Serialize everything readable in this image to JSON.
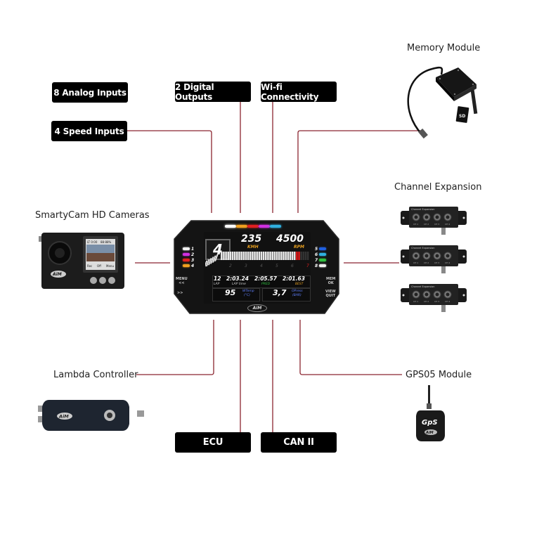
{
  "theme": {
    "wire_color": "#8b2530",
    "tag_bg": "#000000",
    "tag_text": "#ffffff"
  },
  "tags": {
    "analog_inputs": "8 Analog Inputs",
    "speed_inputs": "4 Speed Inputs",
    "digital_outputs": "2 Digital Outputs",
    "wifi": "Wi-fi Connectivity",
    "ecu": "ECU",
    "can": "CAN II"
  },
  "labels": {
    "memory_module": "Memory Module",
    "channel_expansion": "Channel Expansion",
    "smartycam": "SmartyCam HD Cameras",
    "lambda": "Lambda Controller",
    "gps": "GPS05 Module"
  },
  "dash": {
    "gear": "4",
    "speed": "235",
    "speed_unit": "KMH",
    "rpm": "4500",
    "rpm_unit": "RPM",
    "rpm_fill_fraction": 0.9,
    "rpm_ticks": [
      "2",
      "3",
      "4",
      "5",
      "6",
      "7"
    ],
    "left_leds": [
      {
        "n": "1",
        "color": "#f0f0f0"
      },
      {
        "n": "2",
        "color": "#d030e0"
      },
      {
        "n": "3",
        "color": "#e02020"
      },
      {
        "n": "4",
        "color": "#f0a020"
      }
    ],
    "right_leds": [
      {
        "n": "5",
        "color": "#2060e0"
      },
      {
        "n": "6",
        "color": "#30b0e0"
      },
      {
        "n": "7",
        "color": "#30c040"
      },
      {
        "n": "8",
        "color": "#f0f0f0"
      }
    ],
    "shift_lights": [
      "#ffffff",
      "#f0a020",
      "#e02020",
      "#d030e0",
      "#30b0e0"
    ],
    "left_buttons": [
      "MENU",
      "<<",
      ">>"
    ],
    "right_buttons": [
      "MEM",
      "OK",
      "VIEW",
      "QUIT"
    ],
    "lap": {
      "value": "12",
      "label": "LAP"
    },
    "lap_time": {
      "value": "2:03.24",
      "label": "LAP time"
    },
    "pred": {
      "value": "2:05.57",
      "label": "PRED"
    },
    "best": {
      "value": "2:01.63",
      "label": "BEST"
    },
    "wtemp": {
      "value": "95",
      "label1": "WTemp",
      "label2": "(°C)"
    },
    "opress": {
      "value": "3,7",
      "label1": "OPress",
      "label2": "(BAR)"
    },
    "logo": "AiM"
  },
  "devices": {
    "camera_screen_top": [
      "LT 0:00",
      "88:88%"
    ],
    "camera_screen_bottom": [
      "Rec",
      "Off",
      "Menu"
    ],
    "sd_label": "SD",
    "gps_label": "GpS",
    "logo": "AiM",
    "expansion_title": "Channel Expansion",
    "expansion_ports": [
      "CH 1",
      "CH 2",
      "CH 3",
      "CH 4"
    ]
  }
}
